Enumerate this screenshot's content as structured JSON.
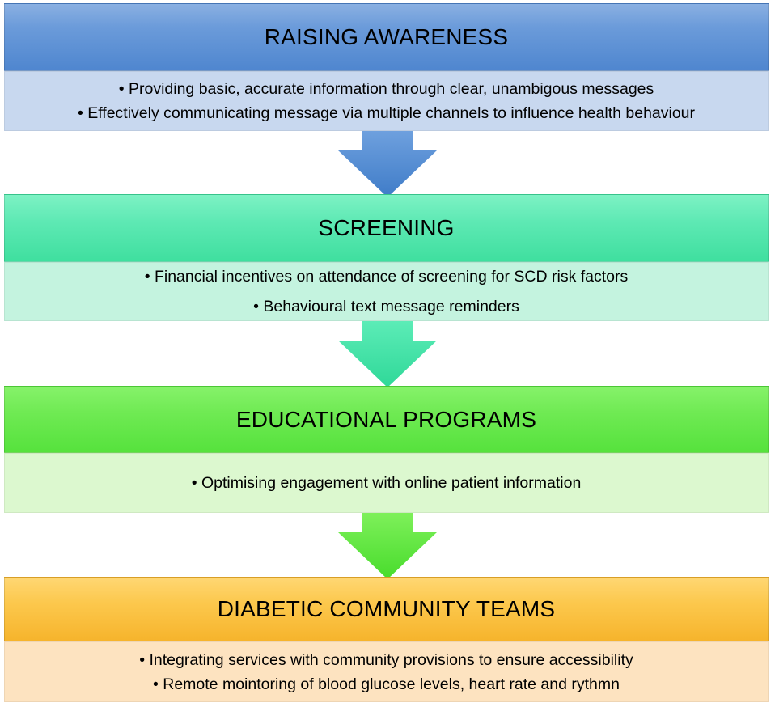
{
  "sections": [
    {
      "title": "RAISING AWARENESS",
      "items": [
        "Providing basic, accurate information through clear, unambigous messages",
        "Effectively communicating message via multiple channels to influence health behaviour"
      ]
    },
    {
      "title": "SCREENING",
      "items": [
        "Financial incentives on attendance of screening for SCD risk factors",
        "Behavioural text message reminders"
      ]
    },
    {
      "title": "EDUCATIONAL PROGRAMS",
      "items": [
        "Optimising engagement with online patient information"
      ]
    },
    {
      "title": "DIABETIC COMMUNITY TEAMS",
      "items": [
        "Integrating services with community provisions to ensure accessibility",
        "Remote mointoring of blood glucose levels, heart rate and rythmn"
      ]
    }
  ],
  "colors": {
    "section1": "#4f86cf",
    "section2": "#3fdf9f",
    "section3": "#56e23d",
    "section4": "#f6b42c"
  }
}
